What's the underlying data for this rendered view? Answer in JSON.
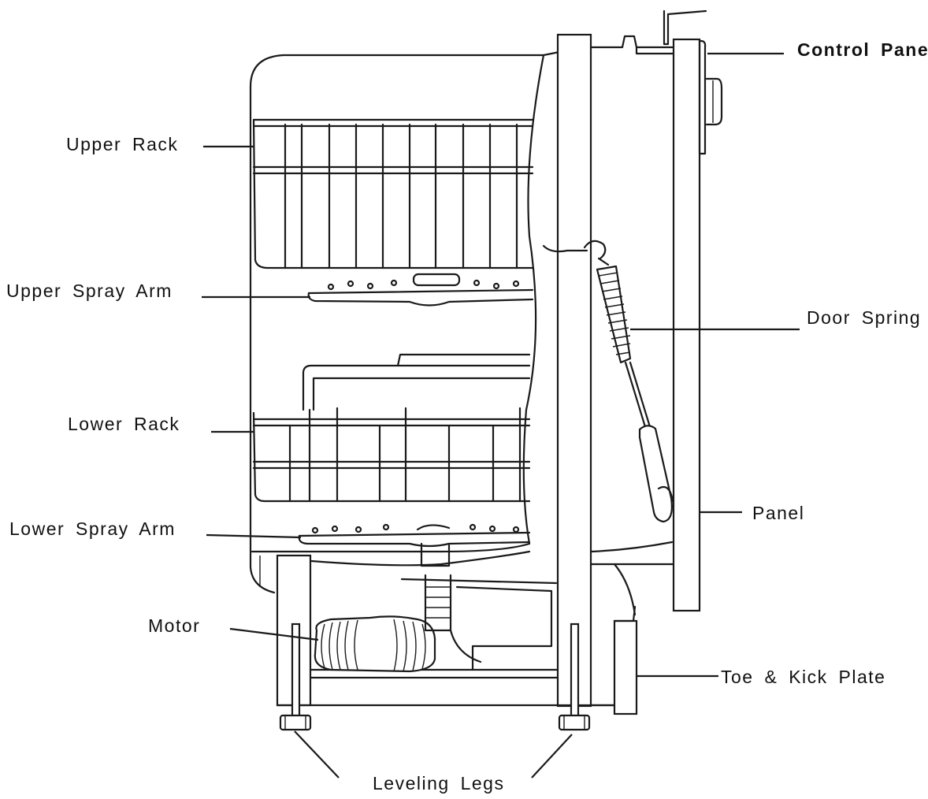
{
  "labels": {
    "control_panel": "Control Panel",
    "upper_rack": "Upper Rack",
    "upper_spray_arm": "Upper Spray Arm",
    "door_spring": "Door Spring",
    "lower_rack": "Lower Rack",
    "panel": "Panel",
    "lower_spray_arm": "Lower Spray Arm",
    "motor": "Motor",
    "toe_kick_plate": "Toe & Kick Plate",
    "leveling_legs": "Leveling Legs"
  },
  "colors": {
    "line": "#1a1a1a",
    "background": "#ffffff"
  }
}
